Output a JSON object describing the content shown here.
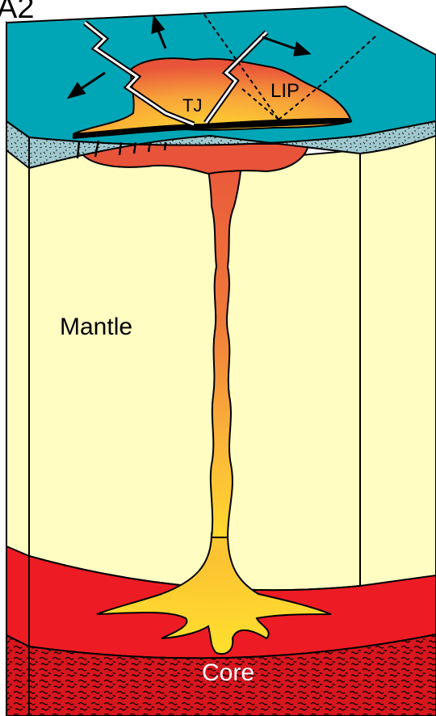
{
  "figure": {
    "panel_label": "A2",
    "labels": {
      "triple_junction": "TJ",
      "large_igneous_province": "LIP",
      "mantle": "Mantle",
      "core": "Core"
    }
  },
  "colors": {
    "ocean": "#00A6B5",
    "mantle": "#FFFDC2",
    "core": "#ED1C24",
    "plume_top": "#E8543A",
    "plume_bottom": "#FFD92E",
    "outline": "#000000"
  }
}
